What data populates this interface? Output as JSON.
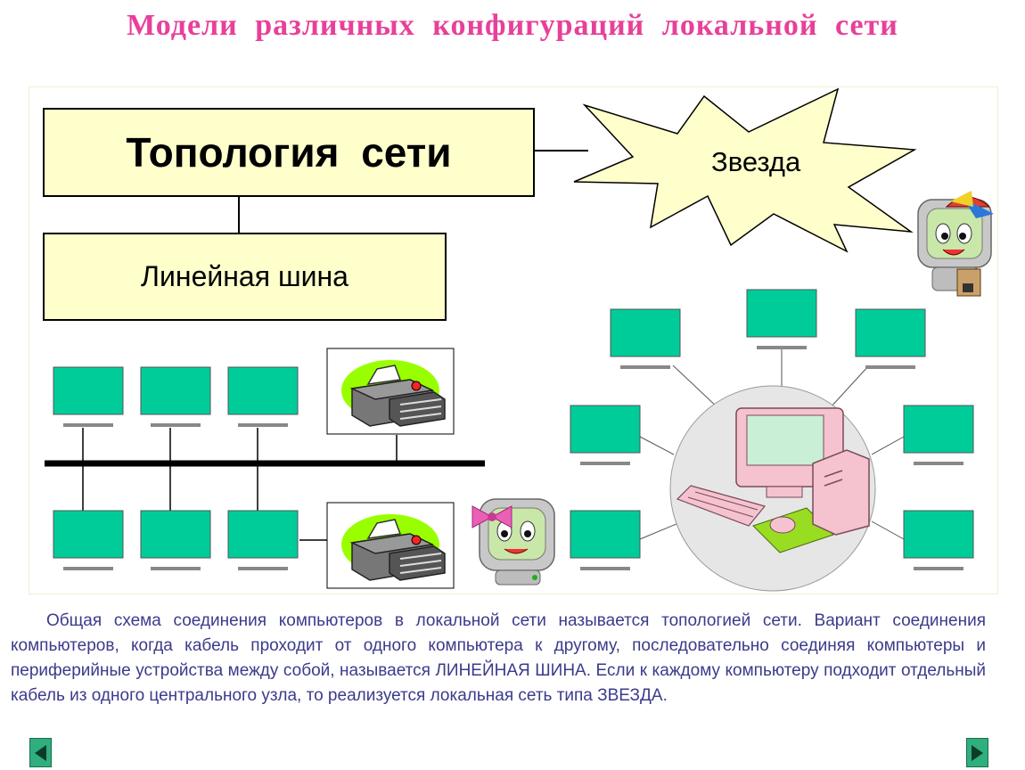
{
  "page": {
    "title": "Модели различных конфигураций локальной сети"
  },
  "diagram": {
    "topology_label": "Топология сети",
    "bus_label": "Линейная шина",
    "star_label": "Звезда"
  },
  "description": "Общая схема соединения компьютеров в локальной сети называется топологией сети. Вариант соединения компьютеров, когда кабель проходит от одного компьютера к другому, последовательно соединяя компьютеры и периферийные устройства между собой, называется ЛИНЕЙНАЯ ШИНА. Если к каждому компьютеру подходит отдельный кабель из одного центрального узла, то реализуется локальная сеть типа ЗВЕЗДА.",
  "colors": {
    "title": "#e8409a",
    "box_fill": "#ffffcc",
    "monitor": "#00cc99",
    "star_fill": "#ffffcc",
    "hub_circle": "#e6e6e6",
    "text": "#3b3b8c",
    "nav_button": "#2fae7e"
  },
  "icons": {
    "prev": "left-arrow-icon",
    "next": "right-arrow-icon",
    "printer": "printer-icon",
    "monitor": "monitor-icon",
    "mascot": "computer-mascot-icon"
  }
}
